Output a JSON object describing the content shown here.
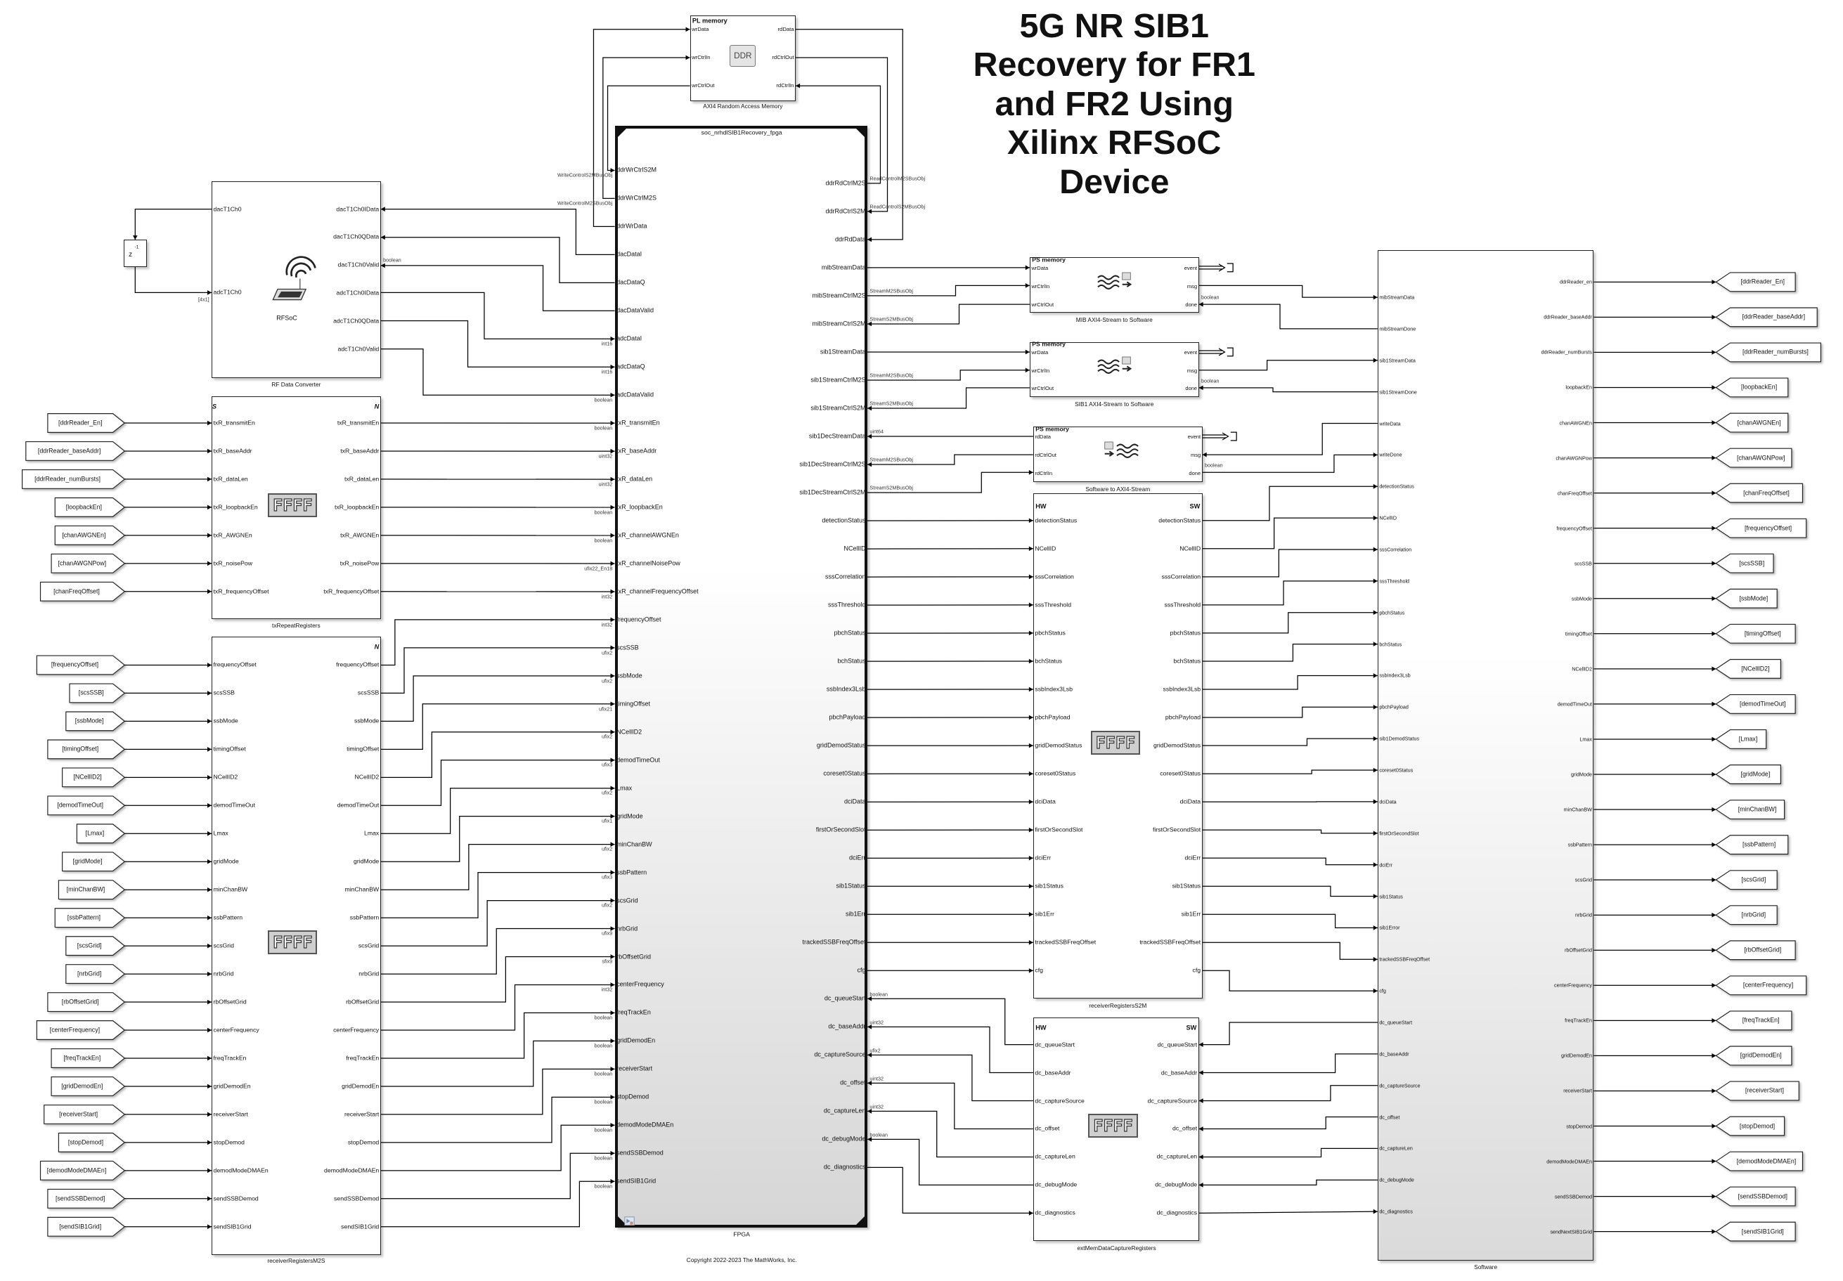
{
  "title_lines": [
    "5G NR SIB1",
    "Recovery for FR1",
    "and FR2 Using",
    "Xilinx RFSoC",
    "Device"
  ],
  "copyright": "Copyright 2022-2023 The MathWorks, Inc.",
  "pl_memory": {
    "header": "PL memory",
    "chip": "DDR",
    "label": "AXI4 Random Access Memory",
    "left": [
      "wrData",
      "wrCtrlIn",
      "wrCtrlOut"
    ],
    "right": [
      "rdData",
      "rdCtrlOut",
      "rdCtrlIn"
    ]
  },
  "fpga": {
    "title": "soc_nrhdlSIB1Recovery_fpga",
    "label": "FPGA",
    "left": [
      "ddrWrCtrlS2M",
      "ddrWrCtrlM2S",
      "ddrWrData",
      "dacDataI",
      "dacDataQ",
      "dacDataValid",
      "adcDataI",
      "adcDataQ",
      "adcDataValid",
      "txR_transmitEn",
      "txR_baseAddr",
      "txR_dataLen",
      "txR_loopbackEn",
      "txR_channelAWGNEn",
      "txR_channelNoisePow",
      "txR_channelFrequencyOffset",
      "frequencyOffset",
      "scsSSB",
      "ssbMode",
      "timingOffset",
      "NCellID2",
      "demodTimeOut",
      "Lmax",
      "gridMode",
      "minChanBW",
      "ssbPattern",
      "scsGrid",
      "nrbGrid",
      "rbOffsetGrid",
      "centerFrequency",
      "freqTrackEn",
      "gridDemodEn",
      "receiverStart",
      "stopDemod",
      "demodModeDMAEn",
      "sendSSBDemod",
      "sendSIB1Grid"
    ],
    "left_types": [
      "WriteControlS2MBusObj",
      "WriteControlM2SBusObj",
      null,
      null,
      null,
      null,
      "int16",
      "int16",
      "boolean",
      "boolean",
      "uint32",
      "uint32",
      "boolean",
      "boolean",
      "ufix22_En18",
      "int32",
      "int32",
      "ufix2",
      "ufix2",
      "ufix21",
      "ufix2",
      "ufix3",
      "ufix2",
      "ufix1",
      "ufix2",
      "ufix3",
      "ufix2",
      "ufix9",
      "sfix9",
      "int32",
      "boolean",
      "boolean",
      "boolean",
      "boolean",
      "boolean",
      "boolean",
      "boolean"
    ],
    "right": [
      "ddrRdCtrlM2S",
      "ddrRdCtrlS2M",
      "ddrRdData",
      "mibStreamData",
      "mibStreamCtrlM2S",
      "mibStreamCtrlS2M",
      "sib1StreamData",
      "sib1StreamCtrlM2S",
      "sib1StreamCtrlS2M",
      "sib1DecStreamData",
      "sib1DecStreamCtrlM2S",
      "sib1DecStreamCtrlS2M",
      "detectionStatus",
      "NCellID",
      "sssCorrelation",
      "sssThreshold",
      "pbchStatus",
      "bchStatus",
      "ssbIndex3Lsb",
      "pbchPayload",
      "gridDemodStatus",
      "coreset0Status",
      "dciData",
      "firstOrSecondSlot",
      "dciErr",
      "sib1Status",
      "sib1Err",
      "trackedSSBFreqOffset",
      "cfg",
      "dc_queueStart",
      "dc_baseAddr",
      "dc_captureSource",
      "dc_offset",
      "dc_captureLen",
      "dc_debugMode",
      "dc_diagnostics"
    ],
    "right_types": [
      "ReadControlM2SBusObj",
      "ReadControlS2MBusObj",
      null,
      null,
      "StreamM2SBusObj",
      "StreamS2MBusObj",
      null,
      "StreamM2SBusObj",
      "StreamS2MBusObj",
      "uint64",
      "StreamM2SBusObj",
      "StreamS2MBusObj",
      null,
      null,
      null,
      null,
      null,
      null,
      null,
      null,
      null,
      null,
      null,
      null,
      null,
      null,
      null,
      null,
      null,
      "boolean",
      "uint32",
      "ufix2",
      "uint32",
      "uint32",
      "boolean",
      null
    ]
  },
  "rf": {
    "label": "RF Data Converter",
    "center": "RFSoC",
    "dim": "[4x1]",
    "valid_type": "boolean",
    "left": [
      "dacT1Ch0",
      "adcT1Ch0"
    ],
    "right": [
      "dacT1Ch0IData",
      "dacT1Ch0QData",
      "dacT1Ch0Valid",
      "adcT1Ch0IData",
      "adcT1Ch0QData",
      "adcT1Ch0Valid"
    ]
  },
  "delay": {
    "symbol": "z",
    "exponent": "-1"
  },
  "tx_regs": {
    "label": "txRepeatRegisters",
    "s": "S",
    "n": "N",
    "display": "FFFF",
    "left": [
      "txR_transmitEn",
      "txR_baseAddr",
      "txR_dataLen",
      "txR_loopbackEn",
      "txR_AWGNEn",
      "txR_noisePow",
      "txR_frequencyOffset"
    ],
    "right": [
      "txR_transmitEn",
      "txR_baseAddr",
      "txR_dataLen",
      "txR_loopbackEn",
      "txR_AWGNEn",
      "txR_noisePow",
      "txR_frequencyOffset"
    ],
    "tags": [
      "[ddrReader_En]",
      "[ddrReader_baseAddr]",
      "[ddrReader_numBursts]",
      "[loopbackEn]",
      "[chanAWGNEn]",
      "[chanAWGNPow]",
      "[chanFreqOffset]"
    ]
  },
  "rx_m2s": {
    "label": "receiverRegistersM2S",
    "n": "N",
    "display": "FFFF",
    "left": [
      "frequencyOffset",
      "scsSSB",
      "ssbMode",
      "timingOffset",
      "NCellID2",
      "demodTimeOut",
      "Lmax",
      "gridMode",
      "minChanBW",
      "ssbPattern",
      "scsGrid",
      "nrbGrid",
      "rbOffsetGrid",
      "centerFrequency",
      "freqTrackEn",
      "gridDemodEn",
      "receiverStart",
      "stopDemod",
      "demodModeDMAEn",
      "sendSSBDemod",
      "sendSIB1Grid"
    ],
    "right": [
      "frequencyOffset",
      "scsSSB",
      "ssbMode",
      "timingOffset",
      "NCellID2",
      "demodTimeOut",
      "Lmax",
      "gridMode",
      "minChanBW",
      "ssbPattern",
      "scsGrid",
      "nrbGrid",
      "rbOffsetGrid",
      "centerFrequency",
      "freqTrackEn",
      "gridDemodEn",
      "receiverStart",
      "stopDemod",
      "demodModeDMAEn",
      "sendSSBDemod",
      "sendSIB1Grid"
    ],
    "tags": [
      "[frequencyOffset]",
      "[scsSSB]",
      "[ssbMode]",
      "[timingOffset]",
      "[NCellID2]",
      "[demodTimeOut]",
      "[Lmax]",
      "[gridMode]",
      "[minChanBW]",
      "[ssbPattern]",
      "[scsGrid]",
      "[nrbGrid]",
      "[rbOffsetGrid]",
      "[centerFrequency]",
      "[freqTrackEn]",
      "[gridDemodEn]",
      "[receiverStart]",
      "[stopDemod]",
      "[demodModeDMAEn]",
      "[sendSSBDemod]",
      "[sendSIB1Grid]"
    ]
  },
  "ps_mib": {
    "header": "PS memory",
    "label": "MIB AXI4-Stream to Software",
    "left": [
      "wrData",
      "wrCtrlIn",
      "wrCtrlOut"
    ],
    "right": [
      "event",
      "msg",
      "done"
    ],
    "done_type": "boolean"
  },
  "ps_sib1": {
    "header": "PS memory",
    "label": "SIB1 AXI4-Stream to Software",
    "left": [
      "wrData",
      "wrCtrlIn",
      "wrCtrlOut"
    ],
    "right": [
      "event",
      "msg",
      "done"
    ],
    "done_type": "boolean"
  },
  "ps_sw": {
    "header": "PS memory",
    "label": "Software to AXI4-Stream",
    "left": [
      "rdData",
      "rdCtrlOut",
      "rdCtrlIn"
    ],
    "right": [
      "event",
      "msg",
      "done"
    ],
    "done_type": "boolean"
  },
  "rx_s2m": {
    "label": "receiverRegistersS2M",
    "hw": "HW",
    "sw": "SW",
    "display": "FFFF",
    "left": [
      "detectionStatus",
      "NCellID",
      "sssCorrelation",
      "sssThreshold",
      "pbchStatus",
      "bchStatus",
      "ssbIndex3Lsb",
      "pbchPayload",
      "gridDemodStatus",
      "coreset0Status",
      "dciData",
      "firstOrSecondSlot",
      "dciErr",
      "sib1Status",
      "sib1Err",
      "trackedSSBFreqOffset",
      "cfg"
    ],
    "right": [
      "detectionStatus",
      "NCellID",
      "sssCorrelation",
      "sssThreshold",
      "pbchStatus",
      "bchStatus",
      "ssbIndex3Lsb",
      "pbchPayload",
      "gridDemodStatus",
      "coreset0Status",
      "dciData",
      "firstOrSecondSlot",
      "dciErr",
      "sib1Status",
      "sib1Err",
      "trackedSSBFreqOffset",
      "cfg"
    ]
  },
  "ext_mem": {
    "label": "extMemDataCaptureRegisters",
    "hw": "HW",
    "sw": "SW",
    "display": "FFFF",
    "left": [
      "dc_queueStart",
      "dc_baseAddr",
      "dc_captureSource",
      "dc_offset",
      "dc_captureLen",
      "dc_debugMode",
      "dc_diagnostics"
    ],
    "right": [
      "dc_queueStart",
      "dc_baseAddr",
      "dc_captureSource",
      "dc_offset",
      "dc_captureLen",
      "dc_debugMode",
      "dc_diagnostics"
    ]
  },
  "software": {
    "label": "Software",
    "left": [
      "mibStreamData",
      "mibStreamDone",
      "sib1StreamData",
      "sib1StreamDone",
      "writeData",
      "writeDone",
      "detectionStatus",
      "NCellID",
      "sssCorrelation",
      "sssThreshold",
      "pbchStatus",
      "bchStatus",
      "ssbIndex3Lsb",
      "pbchPayload",
      "sib1DemodStatus",
      "coreset0Status",
      "dciData",
      "firstOrSecondSlot",
      "dciErr",
      "sib1Status",
      "sib1Error",
      "trackedSSBFreqOffset",
      "cfg",
      "dc_queueStart",
      "dc_baseAddr",
      "dc_captureSource",
      "dc_offset",
      "dc_captureLen",
      "dc_debugMode",
      "dc_diagnostics"
    ],
    "right": [
      "ddrReader_en",
      "ddrReader_baseAddr",
      "ddrReader_numBursts",
      "loopbackEn",
      "chanAWGNEn",
      "chanAWGNPow",
      "chanFreqOffset",
      "frequencyOffset",
      "scsSSB",
      "ssbMode",
      "timingOffset",
      "NCellID2",
      "demodTimeOut",
      "Lmax",
      "gridMode",
      "minChanBW",
      "ssbPattern",
      "scsGrid",
      "nrbGrid",
      "rbOffsetGrid",
      "centerFrequency",
      "freqTrackEn",
      "gridDemodEn",
      "receiverStart",
      "stopDemod",
      "demodModeDMAEn",
      "sendSSBDemod",
      "sendNextSIB1Grid"
    ],
    "tags": [
      "[ddrReader_En]",
      "[ddrReader_baseAddr]",
      "[ddrReader_numBursts]",
      "[loopbackEn]",
      "[chanAWGNEn]",
      "[chanAWGNPow]",
      "[chanFreqOffset]",
      "[frequencyOffset]",
      "[scsSSB]",
      "[ssbMode]",
      "[timingOffset]",
      "[NCellID2]",
      "[demodTimeOut]",
      "[Lmax]",
      "[gridMode]",
      "[minChanBW]",
      "[ssbPattern]",
      "[scsGrid]",
      "[nrbGrid]",
      "[rbOffsetGrid]",
      "[centerFrequency]",
      "[freqTrackEn]",
      "[gridDemodEn]",
      "[receiverStart]",
      "[stopDemod]",
      "[demodModeDMAEn]",
      "[sendSSBDemod]",
      "[sendSIB1Grid]"
    ]
  }
}
